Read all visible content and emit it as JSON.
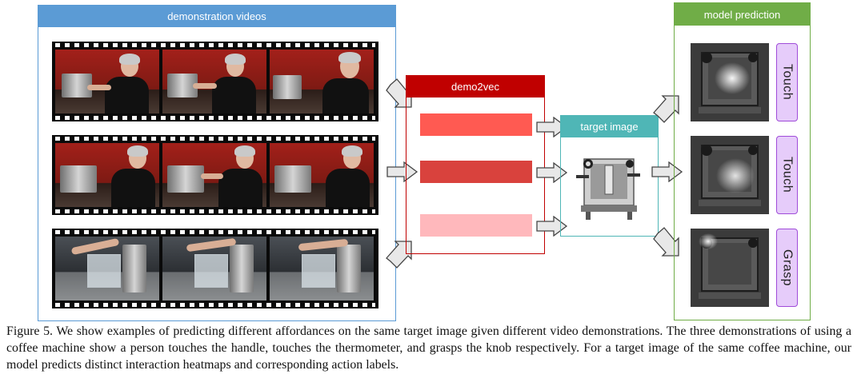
{
  "panels": {
    "demonstration_videos": "demonstration videos",
    "demo2vec": "demo2vec",
    "target_image": "target image",
    "model_prediction": "model prediction"
  },
  "predictions": [
    {
      "label": "Touch"
    },
    {
      "label": "Touch"
    },
    {
      "label": "Grasp"
    }
  ],
  "feature_colors": [
    "#ff5a52",
    "#d9423d",
    "#ffb8bc"
  ],
  "caption": "Figure 5. We show examples of predicting different affordances on the same target image given different video demonstrations. The three demonstrations of using a coffee machine show a person touches the handle, touches the thermometer, and grasps the knob respectively. For a target image of the same coffee machine, our model predicts distinct interaction heatmaps and corresponding action labels."
}
